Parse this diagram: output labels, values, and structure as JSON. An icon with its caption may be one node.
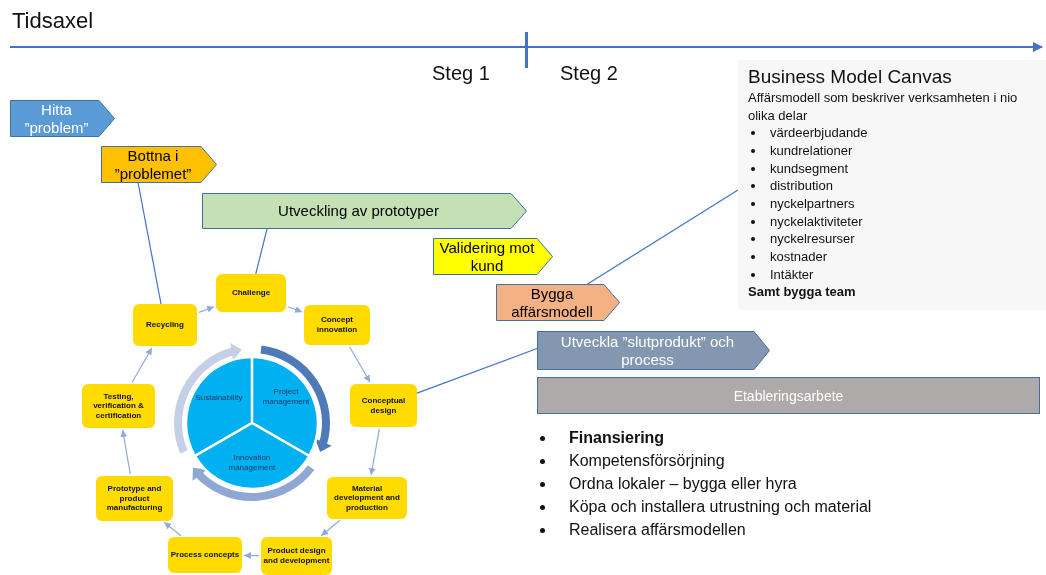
{
  "diagram": {
    "nodes": [
      {
        "text": [
          "Hitta ”problem”"
        ]
      },
      {
        "text": [
          "Bottna i ”problemet”"
        ]
      },
      {
        "text": [
          "Utveckling av prototyper"
        ]
      },
      {
        "text": [
          "Validering mot kund"
        ]
      },
      {
        "text": [
          "Bygga affärsmodell"
        ]
      },
      {
        "text": [
          "Utveckla ”slutprodukt” och process"
        ]
      },
      {
        "text": [
          "Etableringsarbete"
        ]
      },
      {
        "text": [
          "Business Model Canvas",
          "Affärsmodell som beskriver verksamheten i nio olika delar",
          "värdeerbjudande",
          "kundrelationer",
          "kundsegment",
          "distribution",
          "nyckelpartners",
          "nyckelaktiviteter",
          "nyckelresurser",
          "kostnader",
          "Intäkter",
          "Samt bygga team"
        ]
      },
      {
        "text": [
          "Challenge"
        ]
      },
      {
        "text": [
          "Concept innovation"
        ]
      },
      {
        "text": [
          "Conceptual design"
        ]
      },
      {
        "text": [
          "Material development and production"
        ]
      },
      {
        "text": [
          "Product design and development"
        ]
      },
      {
        "text": [
          "Process concepts"
        ]
      },
      {
        "text": [
          "Prototype and product manufacturing"
        ]
      },
      {
        "text": [
          "Testing, verification & certification"
        ]
      },
      {
        "text": [
          "Recycling"
        ]
      },
      {
        "text": [
          "Sustainability"
        ]
      },
      {
        "text": [
          "Project management"
        ]
      },
      {
        "text": [
          "Innovation management"
        ]
      }
    ],
    "edges": [
      {
        "from": 8,
        "to": 9,
        "arrow": "to"
      },
      {
        "from": 9,
        "to": 10,
        "arrow": "to"
      },
      {
        "from": 10,
        "to": 11,
        "arrow": "to"
      },
      {
        "from": 11,
        "to": 12,
        "arrow": "to"
      },
      {
        "from": 12,
        "to": 13,
        "arrow": "to"
      },
      {
        "from": 13,
        "to": 14,
        "arrow": "to"
      },
      {
        "from": 14,
        "to": 15,
        "arrow": "to"
      },
      {
        "from": 15,
        "to": 16,
        "arrow": "to"
      },
      {
        "from": 16,
        "to": 8,
        "arrow": "to"
      },
      {
        "from": 1,
        "to": 16,
        "arrow": "none",
        "color": "#4472c4"
      },
      {
        "from": 2,
        "to": 8,
        "arrow": "none",
        "color": "#4472c4"
      },
      {
        "from": 7,
        "to": 4,
        "arrow": "none",
        "color": "#4472c4"
      },
      {
        "from": 5,
        "to": 10,
        "arrow": "none",
        "color": "#4472c4"
      }
    ],
    "labels": [
      "Tidsaxel",
      "Steg 1",
      "Steg 2",
      "Finansiering",
      "Kompetensförsörjning",
      "Ordna lokaler – bygga eller hyra",
      "Köpa och installera utrustning och material",
      "Realisera affärsmodellen"
    ]
  }
}
